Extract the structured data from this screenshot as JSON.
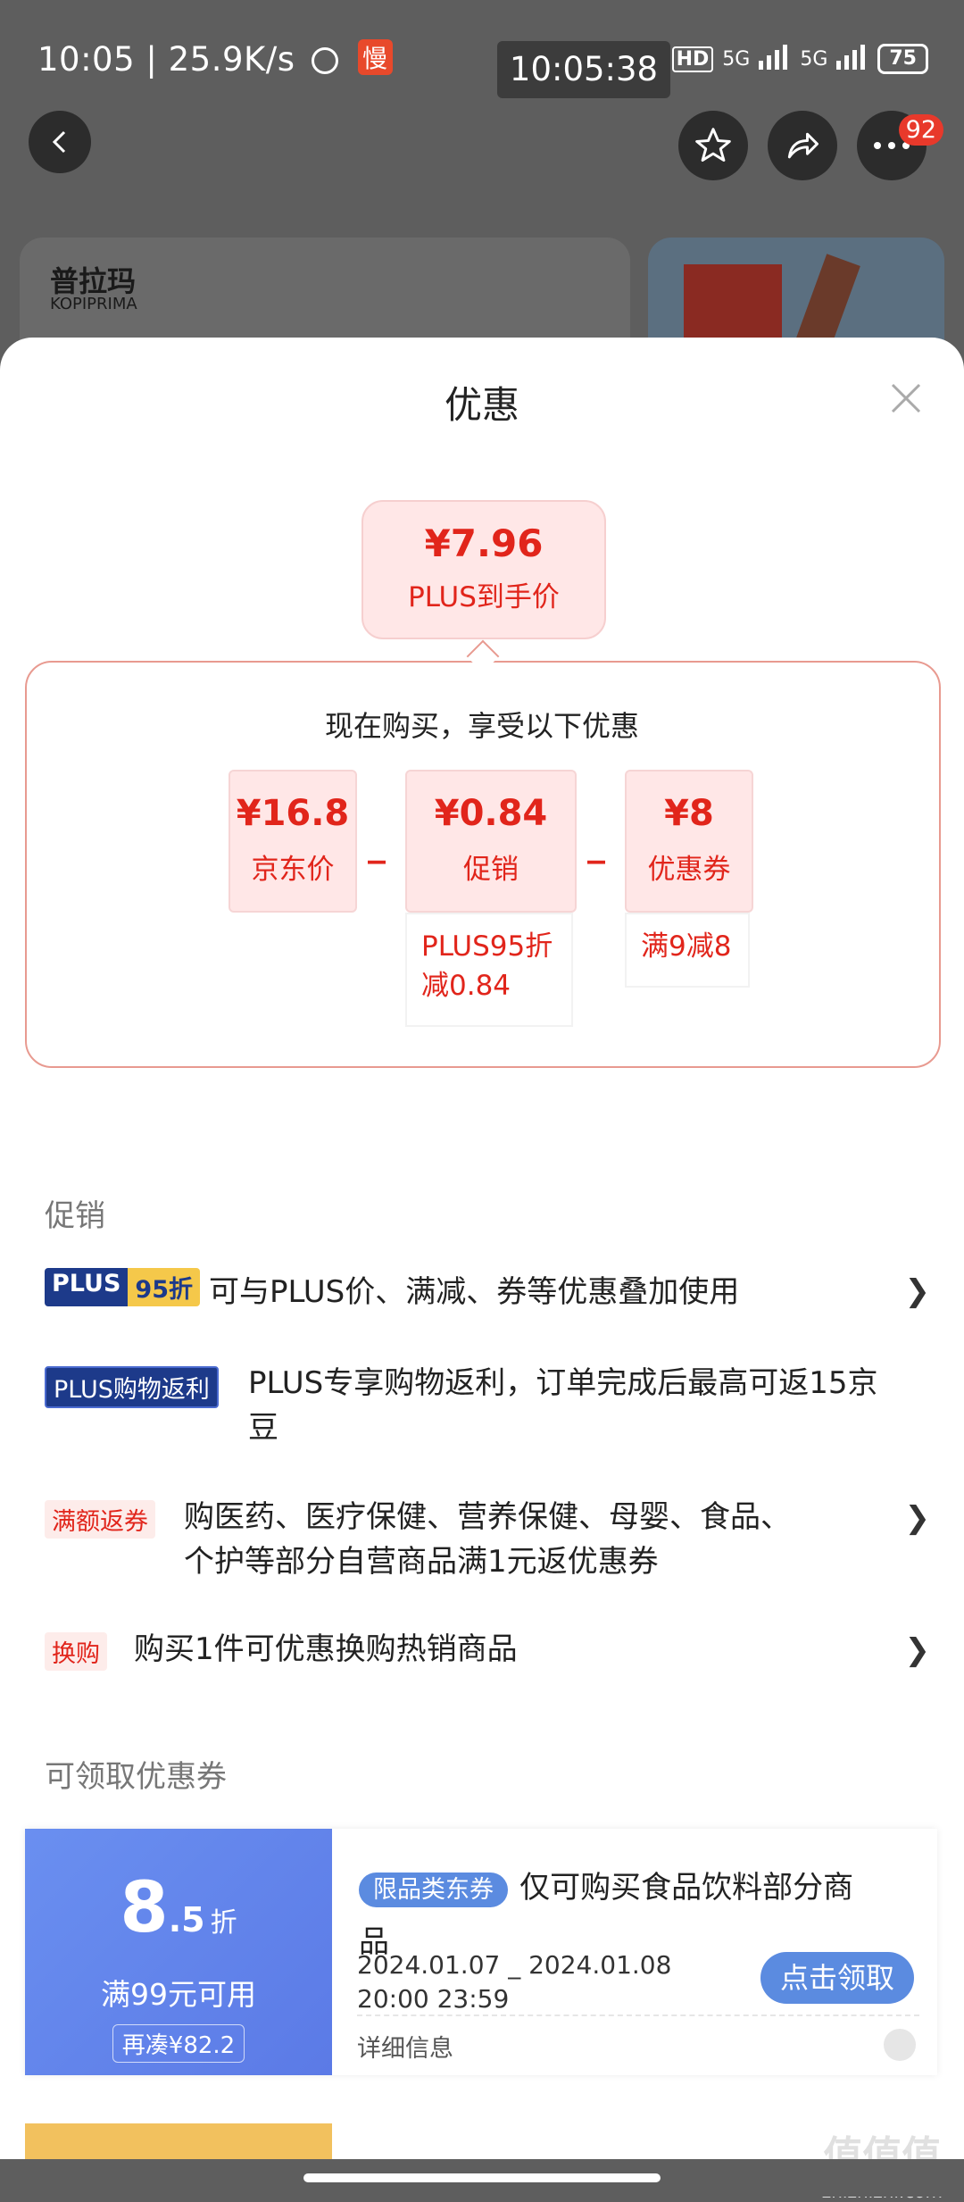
{
  "status_bar": {
    "left_text": "10:05 | 25.9K/s",
    "slow_label": "慢",
    "clock": "10:05:38",
    "hd": "HD",
    "net1": "5G",
    "net2": "5G",
    "battery": "75"
  },
  "nav": {
    "badge_count": "92"
  },
  "behind": {
    "brand_name": "普拉玛",
    "brand_sub": "KOPIPRIMA"
  },
  "sheet": {
    "title": "优惠",
    "final_price": "¥7.96",
    "final_label": "PLUS到手价",
    "detail_title": "现在购买，享受以下优惠",
    "breakdown": [
      {
        "value": "¥16.8",
        "label": "京东价"
      },
      {
        "value": "¥0.84",
        "label": "促销",
        "sub": "PLUS95折减0.84"
      },
      {
        "value": "¥8",
        "label": "优惠券",
        "sub": "满9减8"
      }
    ],
    "minus": "_"
  },
  "promotions": {
    "section_label": "促销",
    "items": [
      {
        "tag_a": "PLUS",
        "tag_b": "95折",
        "text": "可与PLUS价、满减、券等优惠叠加使用"
      },
      {
        "tag": "PLUS购物返利",
        "text_line1": "PLUS专享购物返利，订单完成后最高可返15京",
        "text_line2": "豆"
      },
      {
        "tag": "满额返券",
        "text_line1": "购医药、医疗保健、营养保健、母婴、食品、",
        "text_line2": "个护等部分自营商品满1元返优惠券"
      },
      {
        "tag": "换购",
        "text": "购买1件可优惠换购热销商品"
      }
    ],
    "chevron": "❯"
  },
  "coupons": {
    "section_label": "可领取优惠券",
    "items": [
      {
        "discount_int": "8",
        "discount_dec": ".5",
        "discount_unit": "折",
        "condition": "满99元可用",
        "need_more": "再凑¥82.2",
        "tag": "限品类东券",
        "title_line1": "仅可购买食品饮料部分商",
        "title_line2": "品",
        "date_line1": "2024.01.07 _ 2024.01.08",
        "date_line2": "20:00 23:59",
        "details": "详细信息",
        "claim": "点击领取"
      }
    ]
  },
  "watermark": {
    "main": "值值值",
    "sub": "zhizhizhi.com"
  },
  "colors": {
    "accent_red": "#e1251b",
    "coupon_blue": "#5b8be0",
    "plus_blue": "#1d3a8a",
    "plus_gold": "#f5c84a"
  }
}
